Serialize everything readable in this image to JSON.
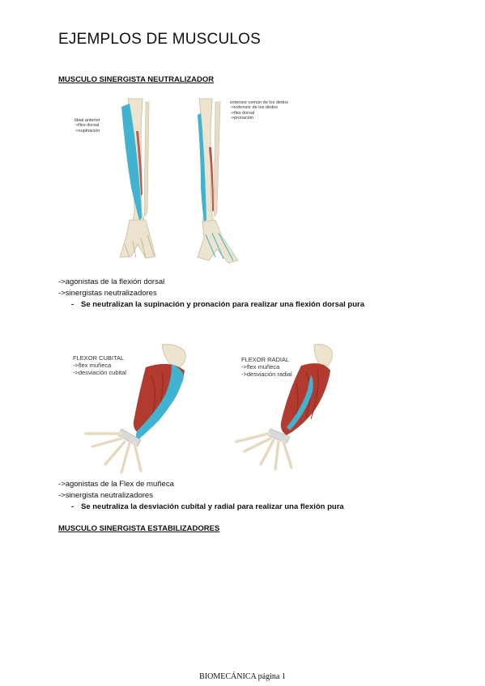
{
  "title": "EJEMPLOS DE MUSCULOS",
  "section1": {
    "heading": "MUSCULO SINERGISTA NEUTRALIZADOR",
    "label_left": [
      "tibial anterior",
      "->flex dorsal",
      "->supinación"
    ],
    "label_right": [
      "extensor común de los dedos",
      "->extensor de los dedos",
      "->flex dorsal",
      "->pronación"
    ],
    "lines": [
      "->agonistas de la flexión dorsal",
      "->sinergistas neutralizadores"
    ],
    "bullet": "Se neutralizan la supinación y pronación para realizar una flexión dorsal pura"
  },
  "section2": {
    "label_left": [
      "FLEXOR CUBITAL",
      "->flex muñeca",
      "->desviación cubital"
    ],
    "label_right": [
      "FLEXOR RADIAL",
      "->flex muñeca",
      "->desviación radial"
    ],
    "lines": [
      "->agonistas de la Flex de muñeca",
      "->sinergista neutralizadores"
    ],
    "bullet": "Se neutraliza la desviación cubital y radial para realizar una flexión pura"
  },
  "section3": {
    "heading": "MUSCULO SINERGISTA ESTABILIZADORES"
  },
  "footer": "BIOMECÁNICA página 1",
  "colors": {
    "muscle_blue": "#3fb3d0",
    "muscle_red": "#b23a2e",
    "bone": "#ede4cf"
  }
}
